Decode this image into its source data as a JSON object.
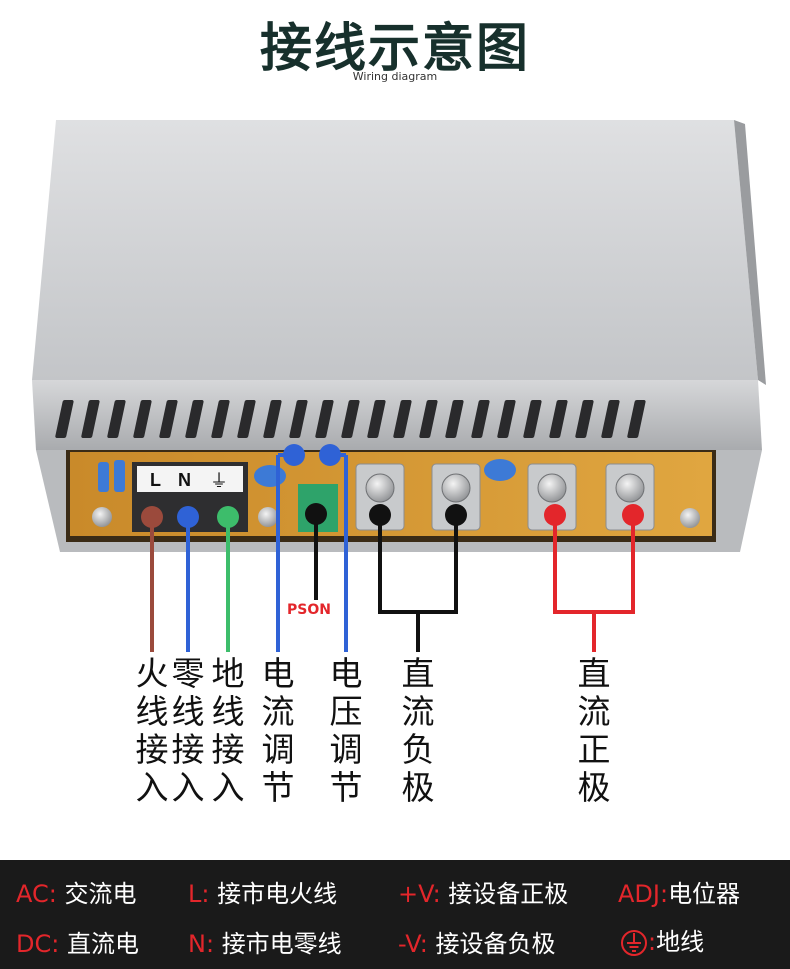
{
  "header": {
    "title": "接线示意图",
    "subtitle": "Wiring diagram"
  },
  "terminal_block": {
    "labels": [
      "L",
      "N",
      "⏚"
    ]
  },
  "pson_label": "PSON",
  "wire_labels": [
    {
      "id": "live-input",
      "text": "火线接入",
      "color": "#9b4a3c"
    },
    {
      "id": "neutral-input",
      "text": "零线接入",
      "color": "#2f62d6"
    },
    {
      "id": "ground-input",
      "text": "地线接入",
      "color": "#3dbd6b"
    },
    {
      "id": "current-adjust",
      "text": "电流调节",
      "color": "#2f62d6"
    },
    {
      "id": "voltage-adjust",
      "text": "电压调节",
      "color": "#2f62d6"
    },
    {
      "id": "dc-negative",
      "text": "直流负极",
      "color": "#111111"
    },
    {
      "id": "dc-positive",
      "text": "直流正极",
      "color": "#e3262b"
    }
  ],
  "legend": {
    "ac_key": "AC:",
    "ac_text": "交流电",
    "dc_key": "DC:",
    "dc_text": "直流电",
    "l_key": "L:",
    "l_text": "接市电火线",
    "n_key": "N:",
    "n_text": "接市电零线",
    "pv_key": "+V:",
    "pv_text": "接设备正极",
    "nv_key": "-V:",
    "nv_text": "接设备负极",
    "adj_key": "ADJ:",
    "adj_text": "电位器",
    "gnd_key": ":",
    "gnd_text": "地线"
  },
  "colors": {
    "live": "#9b4a3c",
    "neutral": "#2f62d6",
    "ground": "#3dbd6b",
    "negative": "#111111",
    "positive": "#e3262b",
    "title": "#17302c",
    "legend_bg": "#1a1a1a"
  }
}
